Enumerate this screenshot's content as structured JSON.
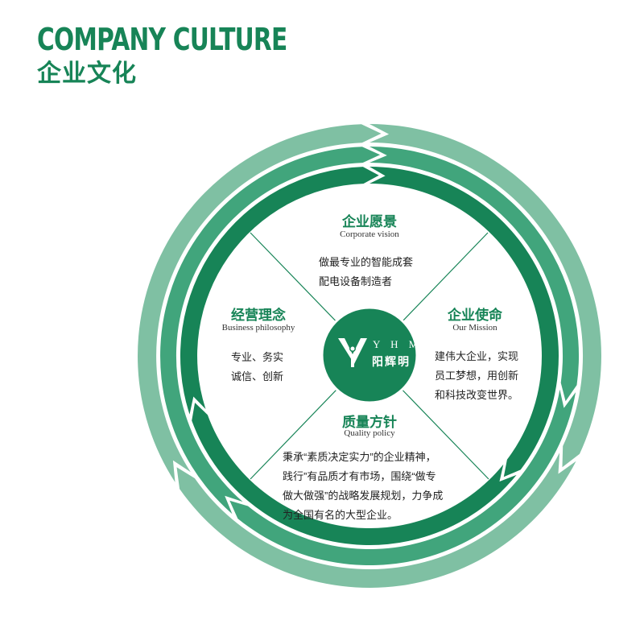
{
  "header": {
    "title_en": "COMPANY CULTURE",
    "title_cn": "企业文化"
  },
  "colors": {
    "primary": "#178457",
    "ring_outer": "#7fc0a3",
    "ring_middle": "#41a57c",
    "ring_inner": "#178457"
  },
  "logo": {
    "letters": "Y H M",
    "name_cn": "阳辉明"
  },
  "sections": {
    "vision": {
      "title": "企业愿景",
      "subtitle": "Corporate vision",
      "lines": [
        "做最专业的智能成套",
        "配电设备制造者"
      ]
    },
    "mission": {
      "title": "企业使命",
      "subtitle": "Our Mission",
      "lines": [
        "建伟大企业，实现",
        "员工梦想，用创新",
        "和科技改变世界。"
      ]
    },
    "philosophy": {
      "title": "经营理念",
      "subtitle": "Business philosophy",
      "lines": [
        "专业、务实",
        "诚信、创新"
      ]
    },
    "quality": {
      "title": "质量方针",
      "subtitle": "Quality policy",
      "lines": [
        "秉承“素质决定实力”的企业精神，",
        "践行”有品质才有市场，围绕“做专",
        "做大做强”的战略发展规划，力争成",
        "为全国有名的大型企业。"
      ]
    }
  }
}
